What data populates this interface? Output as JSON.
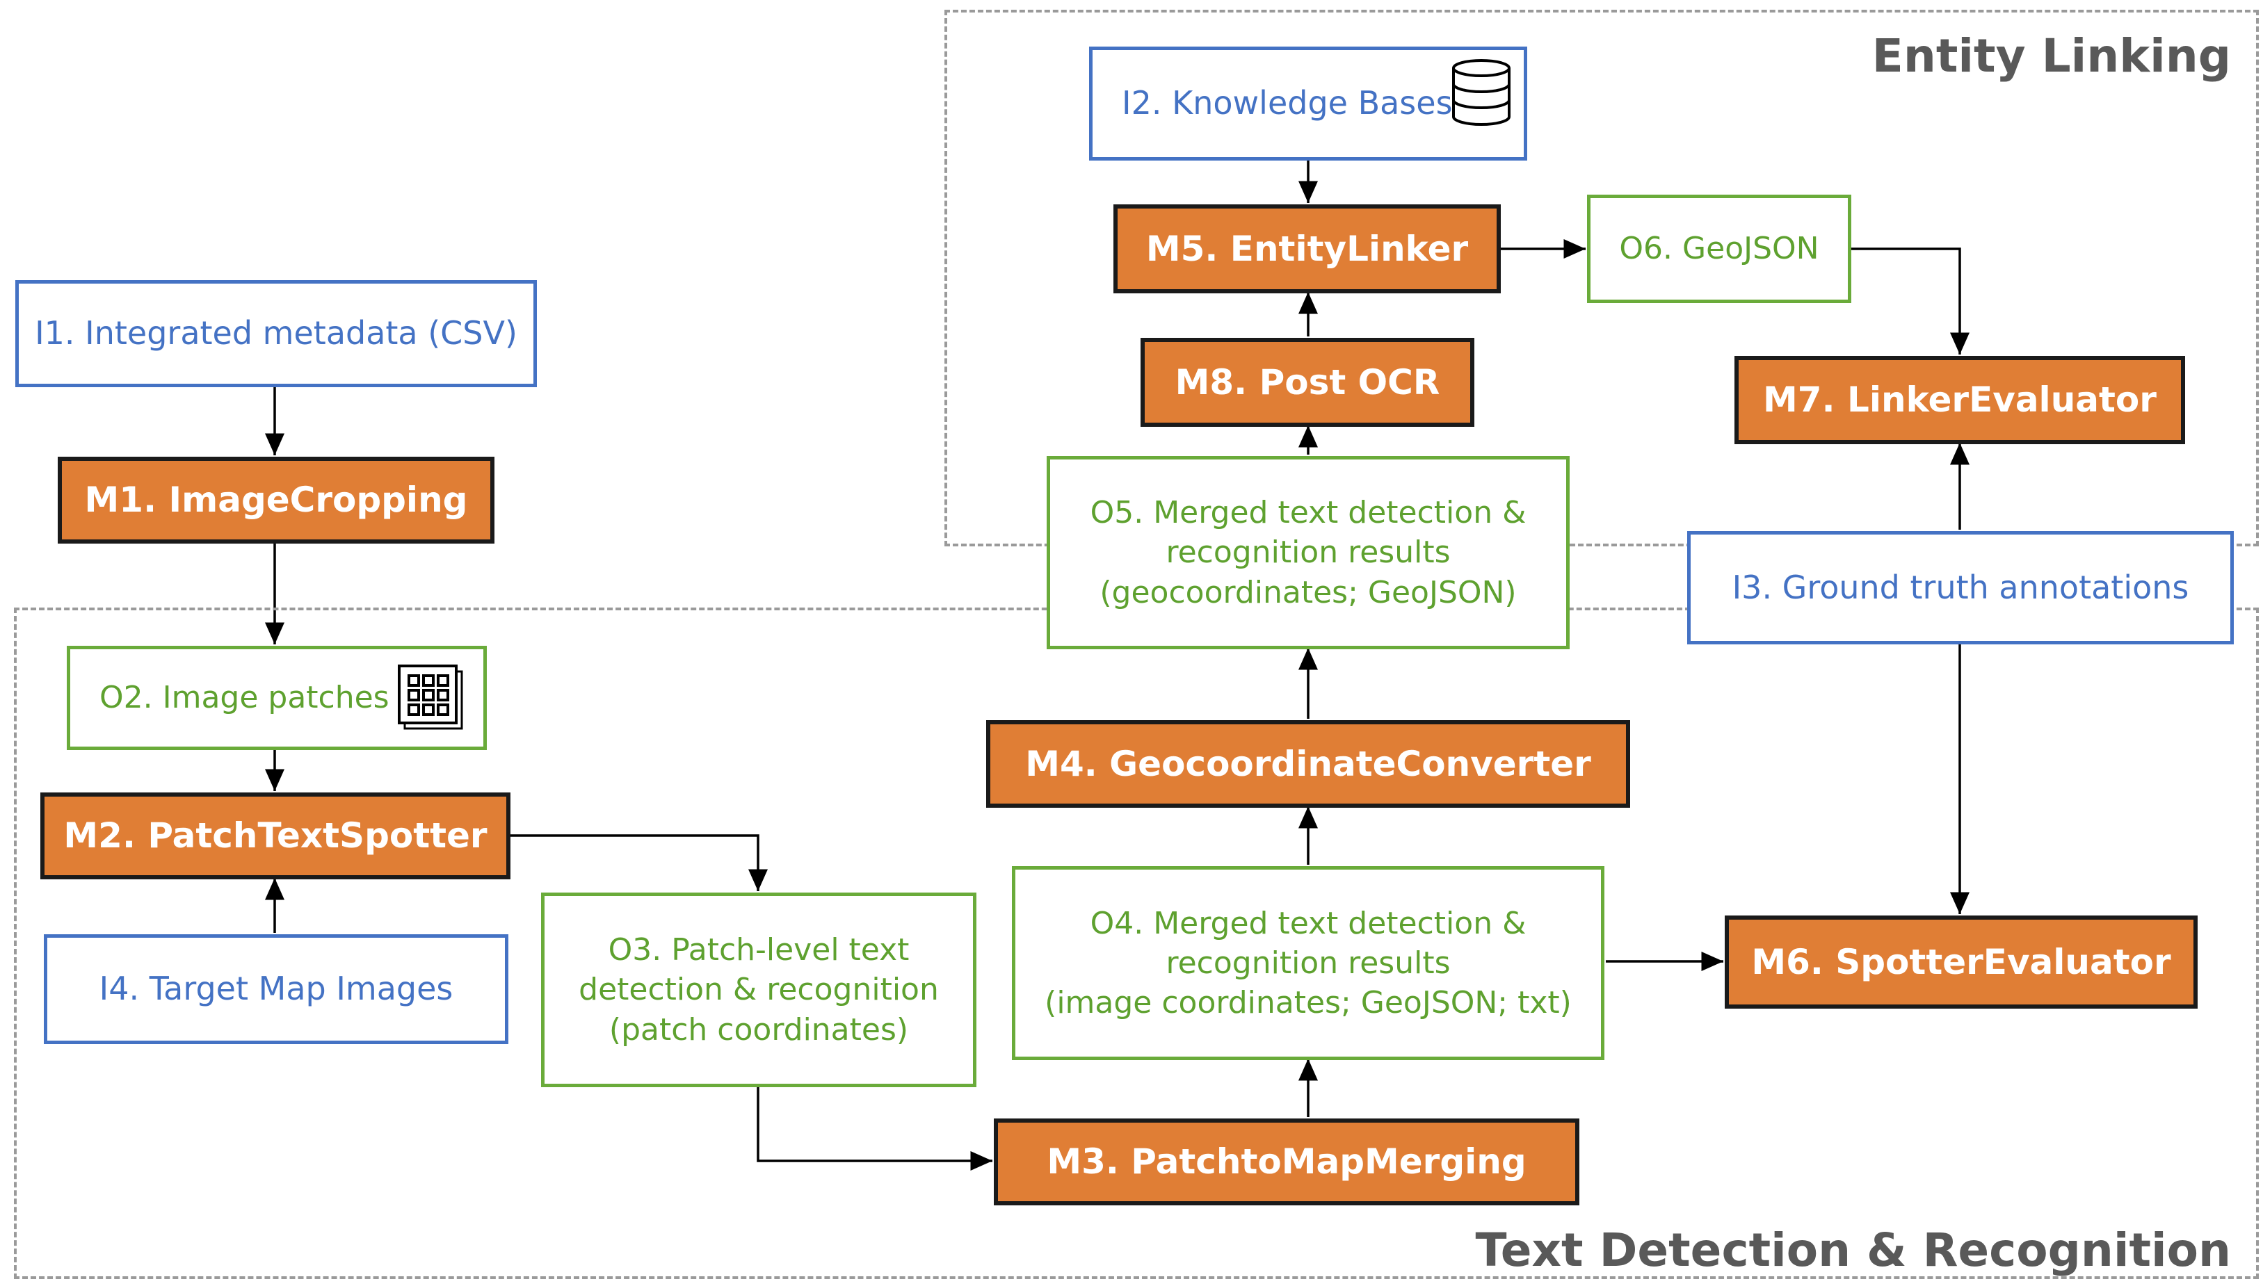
{
  "regions": {
    "entity_linking": "Entity Linking",
    "text_detection": "Text Detection & Recognition"
  },
  "inputs": {
    "i1": "I1. Integrated metadata (CSV)",
    "i2": "I2. Knowledge Bases",
    "i3": "I3. Ground truth annotations",
    "i4": "I4. Target Map Images"
  },
  "modules": {
    "m1": "M1. ImageCropping",
    "m2": "M2. PatchTextSpotter",
    "m3": "M3. PatchtoMapMerging",
    "m4": "M4. GeocoordinateConverter",
    "m5": "M5. EntityLinker",
    "m6": "M6. SpotterEvaluator",
    "m7": "M7. LinkerEvaluator",
    "m8": "M8. Post OCR"
  },
  "outputs": {
    "o2": "O2. Image patches",
    "o3": "O3. Patch-level text\ndetection & recognition\n(patch coordinates)",
    "o4": "O4. Merged text detection &\nrecognition results\n(image coordinates; GeoJSON; txt)",
    "o5": "O5. Merged text detection &\nrecognition results\n(geocoordinates; GeoJSON)",
    "o6": "O6. GeoJSON"
  },
  "icons": {
    "database": "database-icon",
    "grid": "grid-icon"
  },
  "colors": {
    "input_border": "#4472c4",
    "output_border": "#6aab3a",
    "module_fill": "#e07e35",
    "region_border": "#9a9a9a",
    "region_title": "#595959"
  }
}
